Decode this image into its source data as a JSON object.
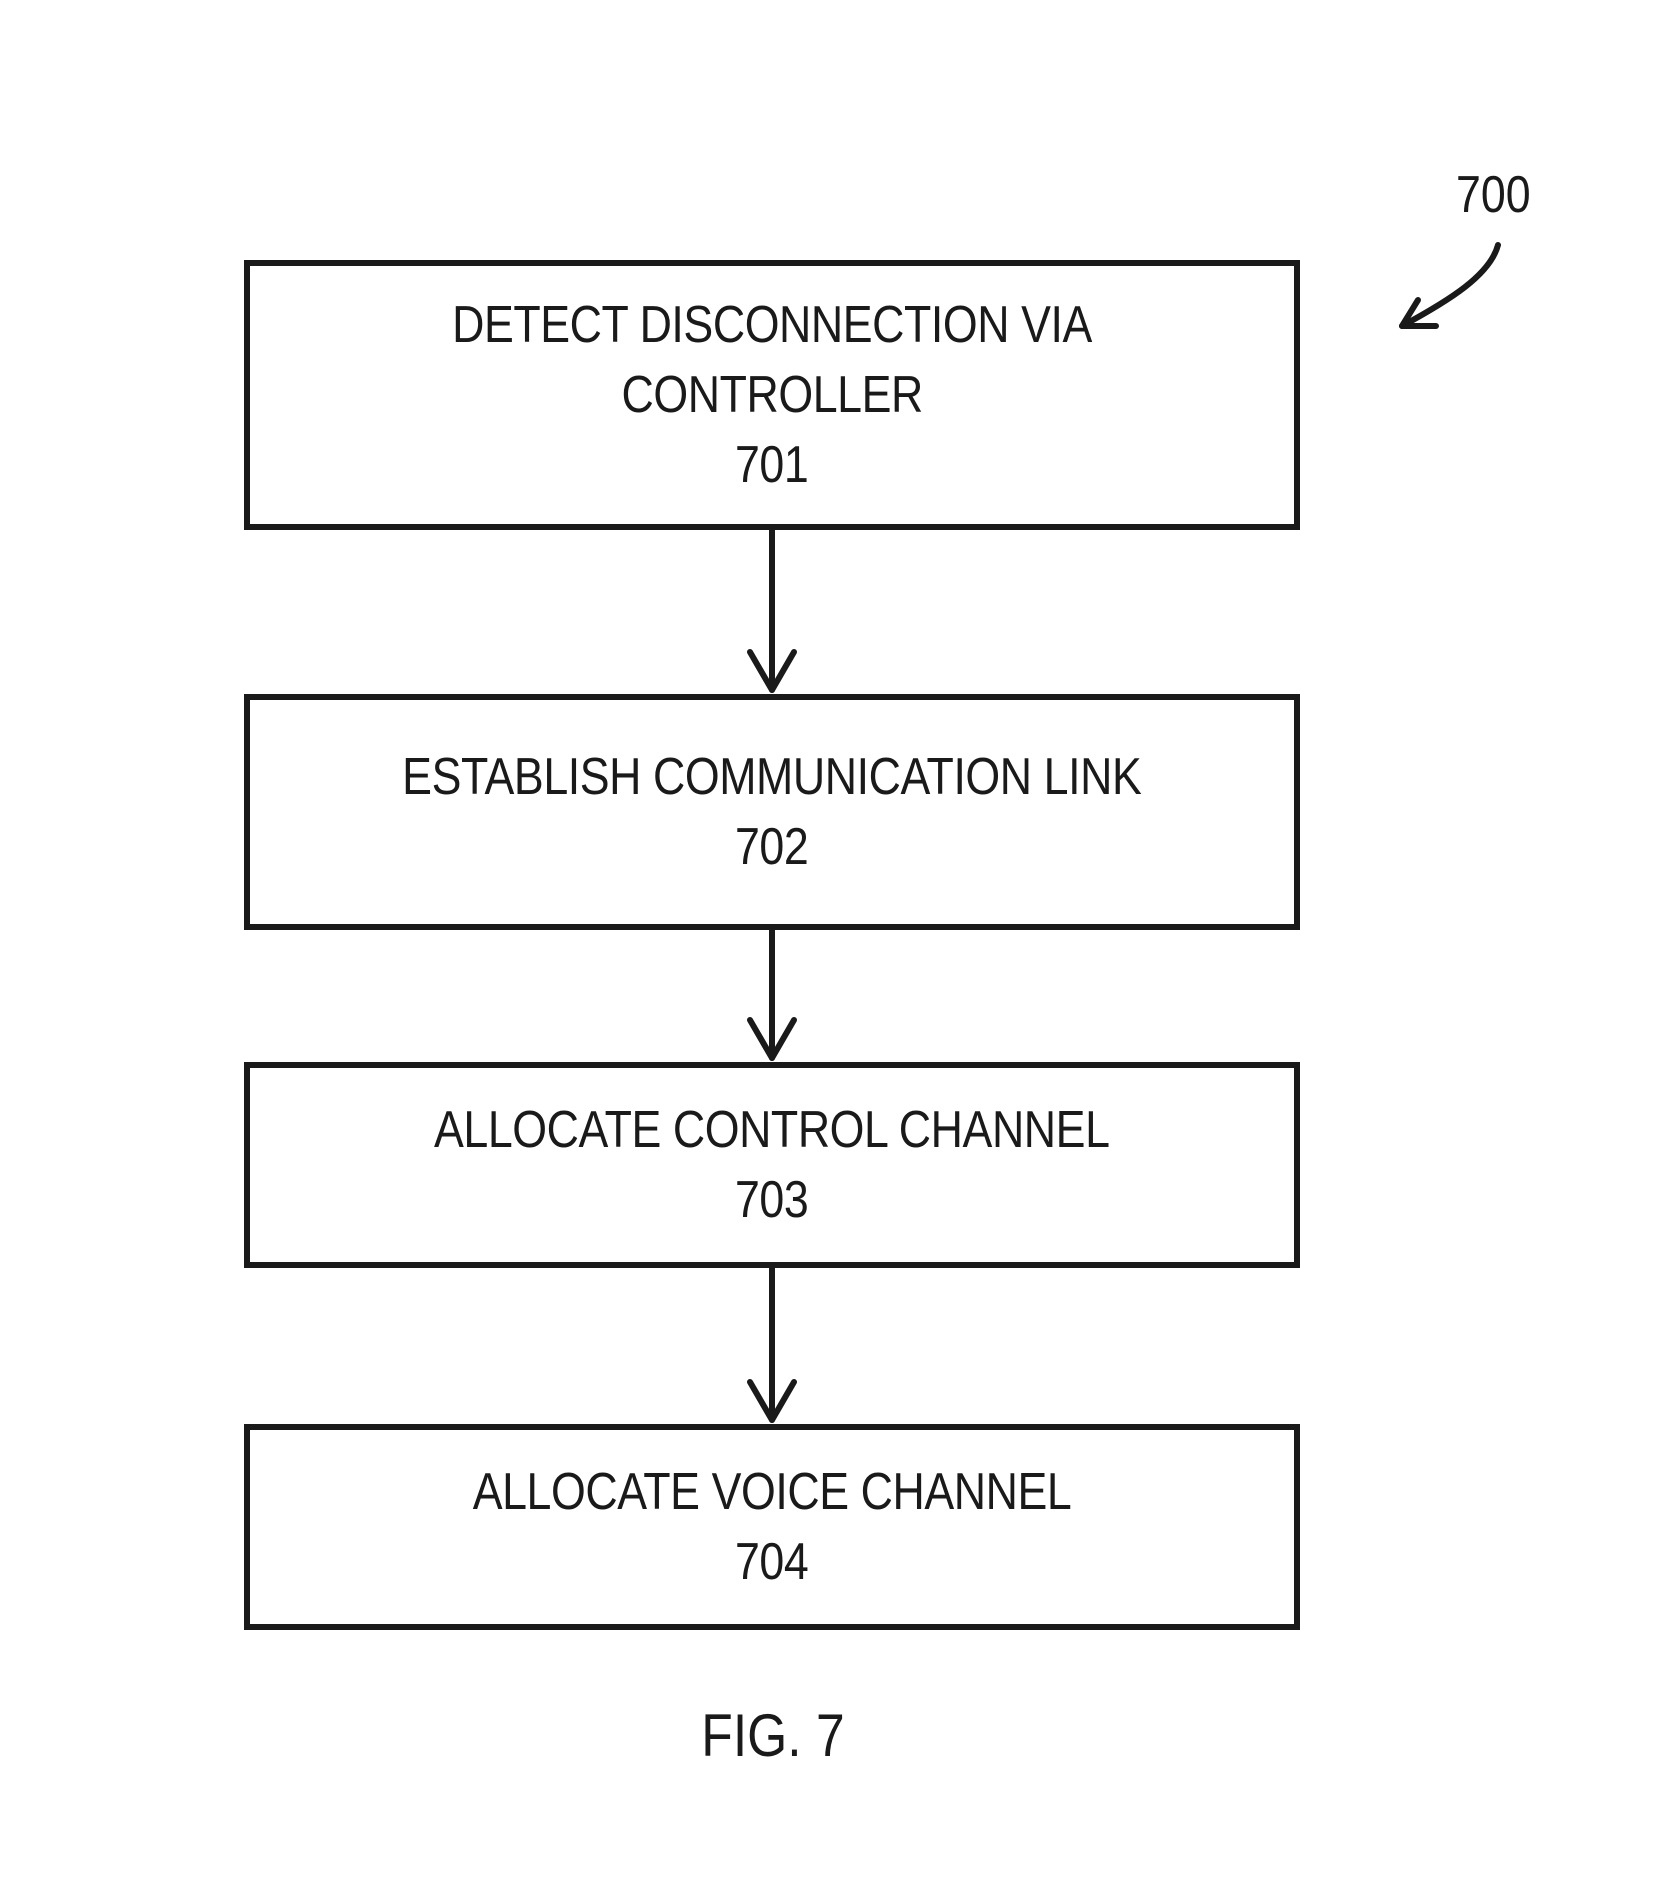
{
  "figure": {
    "reference_number": "700",
    "caption": "FIG. 7"
  },
  "steps": [
    {
      "lines": [
        "DETECT DISCONNECTION VIA",
        "CONTROLLER"
      ],
      "number": "701"
    },
    {
      "lines": [
        "ESTABLISH COMMUNICATION LINK"
      ],
      "number": "702"
    },
    {
      "lines": [
        "ALLOCATE CONTROL CHANNEL"
      ],
      "number": "703"
    },
    {
      "lines": [
        "ALLOCATE VOICE CHANNEL"
      ],
      "number": "704"
    }
  ],
  "colors": {
    "line": "#1a1a1a",
    "background": "#ffffff"
  }
}
